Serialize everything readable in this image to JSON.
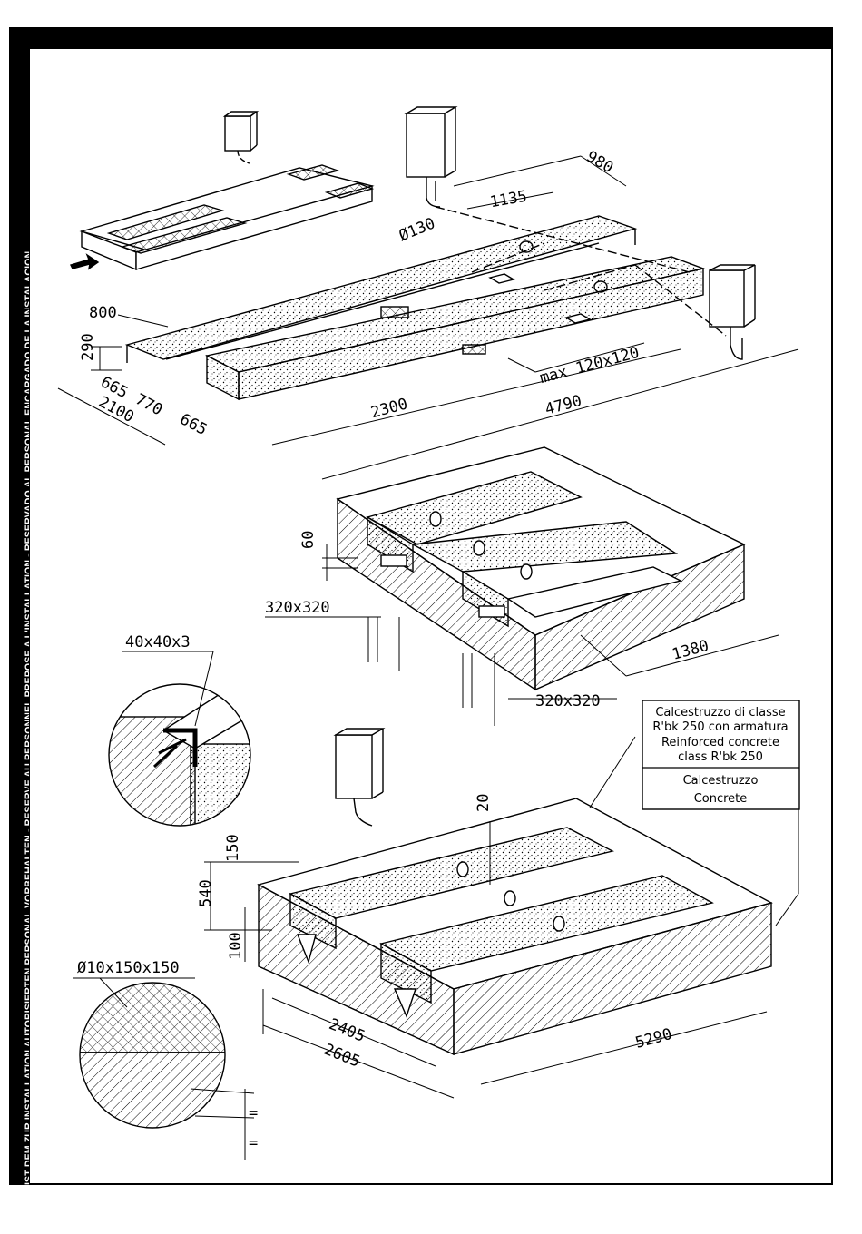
{
  "side_banner": "IST DEM ZUR INSTALLATION AUTORISIERTEN PERSONAL VORBEHALTEN - RESERVE AU PERSONNEL PREPOSE A L'INSTALLATION - RESERVADO AL PERSONAL ENCARGADO DE LA INSTALACION",
  "dims_top": {
    "d980": "980",
    "d1135": "1135",
    "d130": "Ø130",
    "d800": "800",
    "d290": "290",
    "d665a": "665",
    "d770": "770",
    "d665b": "665",
    "d2100": "2100",
    "d2300": "2300",
    "d4790": "4790",
    "max": "max 120x120"
  },
  "dims_mid": {
    "d60": "60",
    "d320a": "320x320",
    "d320b": "320x320",
    "d1380": "1380"
  },
  "dims_bottom": {
    "angle": "40x40x3",
    "mesh": "Ø10x150x150",
    "d20": "20",
    "d150": "150",
    "d540": "540",
    "d100": "100",
    "d2405": "2405",
    "d2605": "2605",
    "d5290": "5290",
    "eq": "="
  },
  "legend": {
    "line1": "Calcestruzzo di classe",
    "line2": "R'bk 250 con armatura",
    "line3": "Reinforced concrete",
    "line4": "class R'bk 250",
    "line5": "Calcestruzzo",
    "line6": "Concrete"
  }
}
